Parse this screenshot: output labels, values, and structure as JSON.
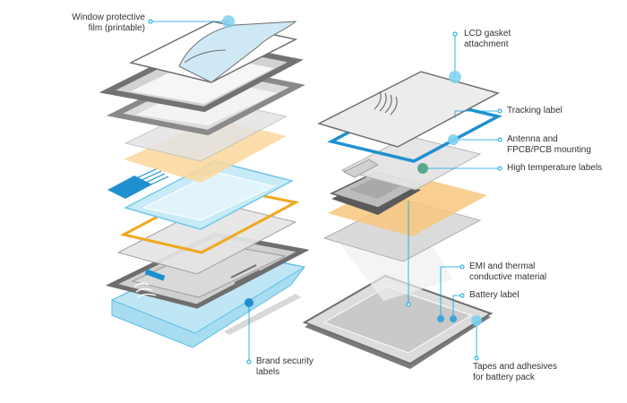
{
  "colors": {
    "accent": "#00a3e0",
    "callout_dot": "#7fd0ee",
    "high_temp_dot": "#5aa88e",
    "amber": "#f0a81e",
    "amber_fill": "#fbd79b",
    "gray_frame": "#8a8a8a",
    "light_blue": "#a8dcf0"
  },
  "labels": {
    "window_film": [
      "Window protective",
      "film (printable)"
    ],
    "lcd_gasket": [
      "LCD gasket",
      "attachment"
    ],
    "tracking": [
      "Tracking label"
    ],
    "antenna": [
      "Antenna and",
      "FPCB/PCB mounting"
    ],
    "high_temp": [
      "High temperature labels"
    ],
    "emi": [
      "EMI and thermal",
      "conductive material"
    ],
    "battery_label": [
      "Battery label"
    ],
    "tapes": [
      "Tapes and adhesives",
      "for battery pack"
    ],
    "brand_security": [
      "Brand security",
      "labels"
    ]
  }
}
